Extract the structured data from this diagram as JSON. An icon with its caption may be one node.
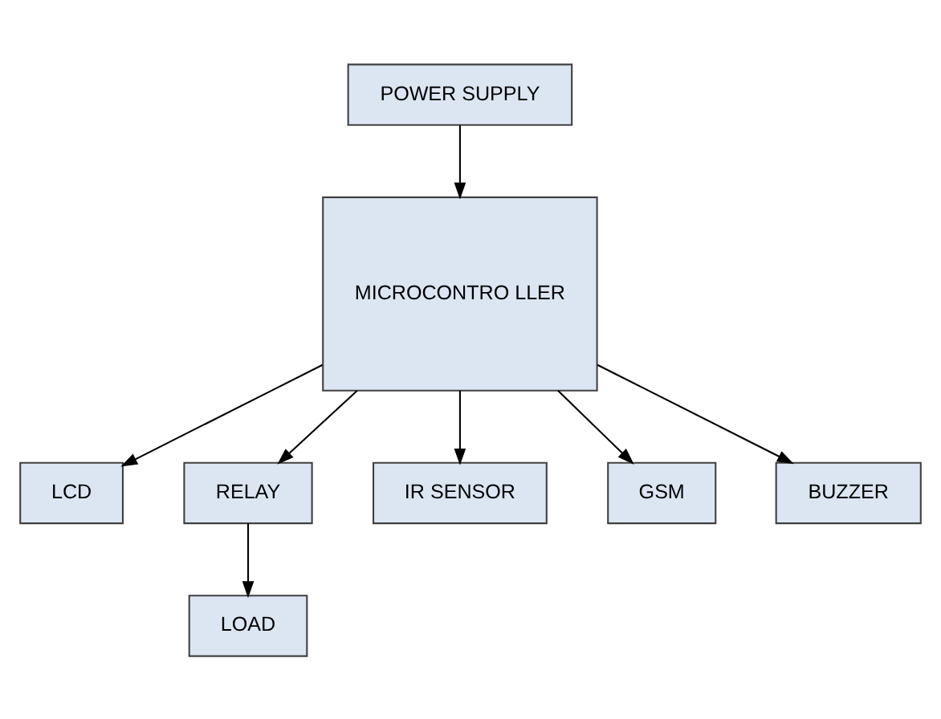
{
  "diagram": {
    "nodes": [
      {
        "text": [
          "POWER SUPPLY"
        ]
      },
      {
        "text": [
          "LOAD"
        ]
      },
      {
        "text": [
          "LCD"
        ]
      },
      {
        "text": [
          "MICROCONTRO LLER"
        ]
      },
      {
        "text": [
          "RELAY"
        ]
      },
      {
        "text": [
          "IR SENSOR"
        ]
      },
      {
        "text": [
          "GSM"
        ]
      },
      {
        "text": [
          "BUZZER"
        ]
      }
    ],
    "edges": [
      {
        "from": 0,
        "to": 3,
        "arrow": "to"
      },
      {
        "from": 3,
        "to": 2,
        "arrow": "to"
      },
      {
        "from": 3,
        "to": 5,
        "arrow": "to"
      },
      {
        "from": 3,
        "to": 4,
        "arrow": "to"
      },
      {
        "from": 4,
        "to": 1,
        "arrow": "to"
      },
      {
        "from": 3,
        "to": 6,
        "arrow": "to"
      },
      {
        "from": 3,
        "to": 7,
        "arrow": "to"
      }
    ]
  }
}
